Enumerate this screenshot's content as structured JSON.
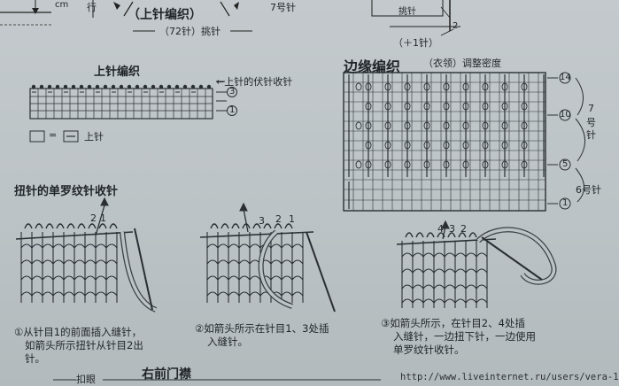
{
  "top": {
    "cm": "cm",
    "hang_char": "行",
    "upper_title": "（上针编织）",
    "needle7_top": "7号针",
    "pickup_72": "（72针）挑针",
    "pickup_right": "挑针",
    "plus1": "（＋1针）",
    "size_2": "2"
  },
  "purl_chart": {
    "title": "上针编织",
    "bindoff_label": "←上针的伏针收针",
    "rows": [
      "3",
      "1"
    ],
    "arrow_prefix": "←",
    "legend_eq": "=",
    "legend_text": "上针"
  },
  "edge_chart": {
    "title": "边缘编织",
    "subtitle": "（衣领）调整密度",
    "row_labels": [
      "14",
      "10",
      "5",
      "1"
    ],
    "needle7": [
      "7",
      "号",
      "针"
    ],
    "needle6": "6号针"
  },
  "section": {
    "title": "扭针的单罗纹针收针"
  },
  "steps": [
    {
      "id": "step1",
      "nums": [
        "2",
        "1"
      ],
      "caption": [
        "①从针目1的前面插入缝针，",
        "如箭头所示扭针从针目2出",
        "针。"
      ]
    },
    {
      "id": "step2",
      "nums": [
        "3",
        "2",
        "1"
      ],
      "caption": [
        "②如箭头所示在针目1、3处插",
        "入缝针。"
      ]
    },
    {
      "id": "step3",
      "nums": [
        "4",
        "3",
        "2"
      ],
      "caption": [
        "③如箭头所示，在针目2、4处插",
        "入缝针，一边扭下针，一边使用",
        "单罗纹针收针。"
      ]
    }
  ],
  "bottom": {
    "title": "右前门襟",
    "pick_eye": "扣眼",
    "watermark": "http://www.liveinternet.ru/users/vera-1/"
  },
  "colors": {
    "paper": "#bcc3c6",
    "ink": "#1f2428",
    "grid": "#2a2f33"
  }
}
